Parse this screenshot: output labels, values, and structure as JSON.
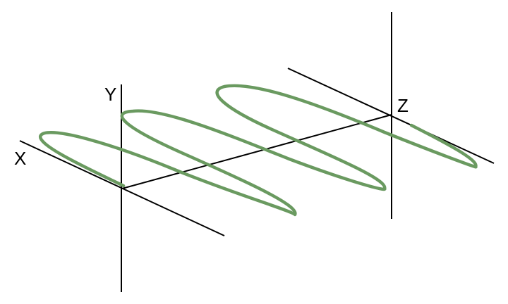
{
  "labels": {
    "x": "X",
    "y": "Y",
    "z": "Z"
  },
  "colors": {
    "wave": "#6a9a60",
    "axis": "#000000"
  }
}
